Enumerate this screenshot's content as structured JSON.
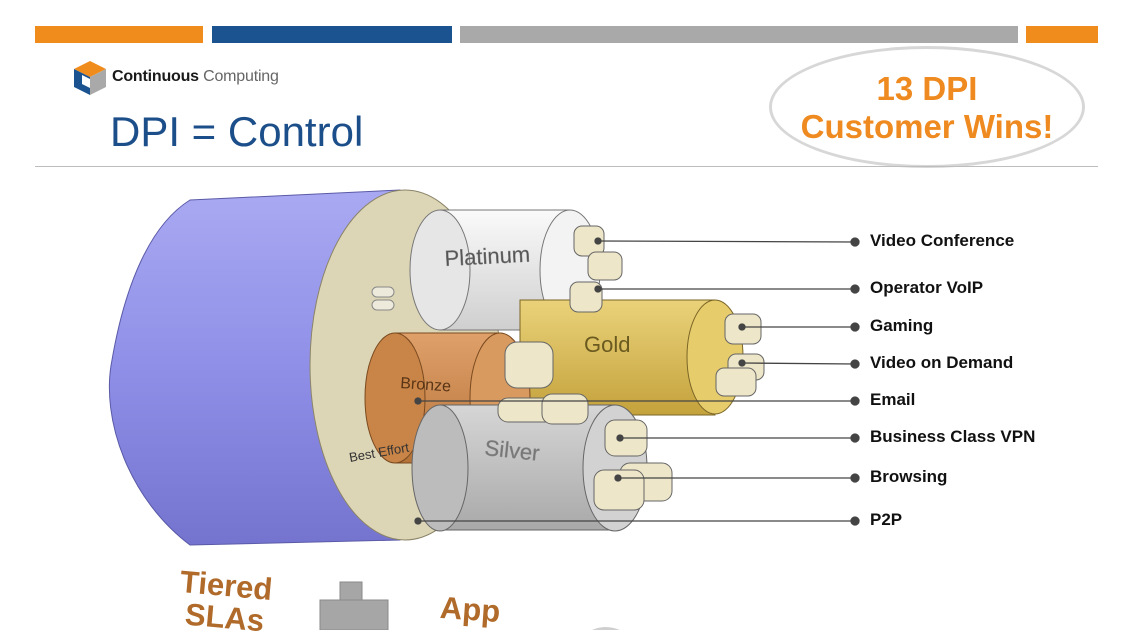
{
  "header": {
    "bar_colors": [
      "#f08c1c",
      "#1a5390",
      "#a9a9a9",
      "#f08c1c"
    ],
    "brand_bold": "Continuous",
    "brand_light": "Computing",
    "title": "DPI = Control"
  },
  "callout": {
    "line1": "13 DPI",
    "line2": "Customer Wins!",
    "color": "#ee8a1f"
  },
  "cable": {
    "tiers": [
      "Platinum",
      "Gold",
      "Bronze",
      "Silver",
      "Best Effort"
    ],
    "colors": {
      "jacket": "#8f8fe8",
      "core": "#dcd6b6",
      "platinum": "#ececec",
      "gold": "#dcbd55",
      "bronze": "#cc8a4d",
      "silver": "#c6c6c6"
    }
  },
  "services": [
    "Video Conference",
    "Operator VoIP",
    "Gaming",
    "Video on Demand",
    "Email",
    "Business Class VPN",
    "Browsing",
    "P2P"
  ],
  "bottom": {
    "tiered": "Tiered",
    "slas": "SLAs",
    "app": "App"
  }
}
